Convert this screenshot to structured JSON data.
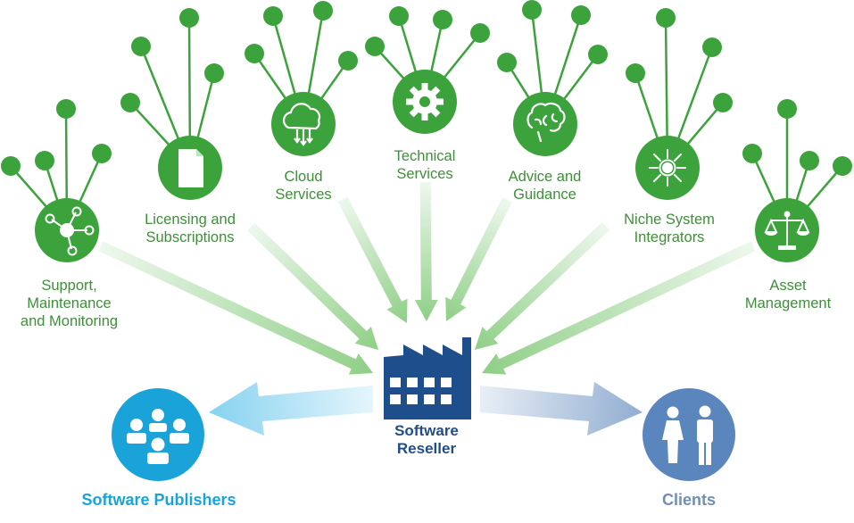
{
  "colors": {
    "green": "#3ca33c",
    "green_text": "#3f8f3a",
    "navy": "#1f4e8c",
    "publisher_blue": "#1aa3d9",
    "clients_blue": "#5b86bd"
  },
  "hub": {
    "label_line1": "Software",
    "label_line2": "Reseller",
    "icon": "factory-icon"
  },
  "services": [
    {
      "id": "support",
      "icon": "network-icon",
      "line1": "Support,",
      "line2": "Maintenance",
      "line3": "and Monitoring"
    },
    {
      "id": "licensing",
      "icon": "document-icon",
      "line1": "Licensing and",
      "line2": "Subscriptions"
    },
    {
      "id": "cloud",
      "icon": "cloud-icon",
      "line1": "Cloud",
      "line2": "Services"
    },
    {
      "id": "technical",
      "icon": "gear-icon",
      "line1": "Technical",
      "line2": "Services"
    },
    {
      "id": "advice",
      "icon": "brain-icon",
      "line1": "Advice and",
      "line2": "Guidance"
    },
    {
      "id": "niche",
      "icon": "burst-icon",
      "line1": "Niche System",
      "line2": "Integrators"
    },
    {
      "id": "asset",
      "icon": "scales-icon",
      "line1": "Asset",
      "line2": "Management"
    }
  ],
  "publishers": {
    "label": "Software Publishers",
    "icon": "people-group-icon"
  },
  "clients": {
    "label": "Clients",
    "icon": "man-woman-icon"
  }
}
